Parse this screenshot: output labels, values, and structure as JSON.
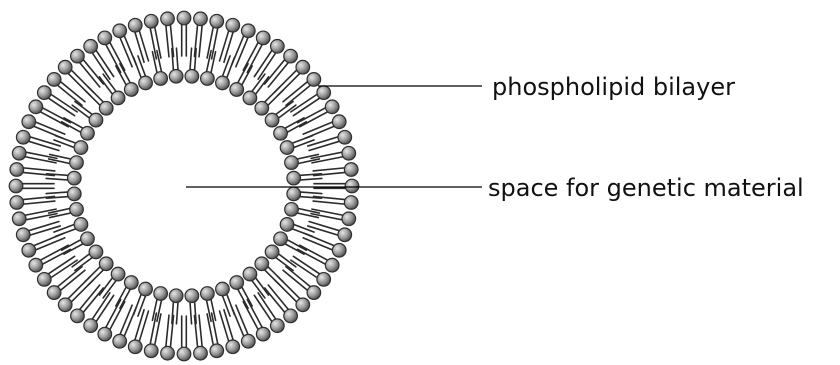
{
  "diagram": {
    "labels": {
      "bilayer": "phospholipid bilayer",
      "interior": "space for genetic material"
    },
    "outer_leaflet_count": 64,
    "inner_leaflet_count": 44,
    "colors": {
      "head_fill": "#9a9a9a",
      "head_stroke": "#2e2e2e",
      "tail_stroke": "#2b2b2b",
      "leader_line": "#000000",
      "text": "#111111"
    }
  }
}
